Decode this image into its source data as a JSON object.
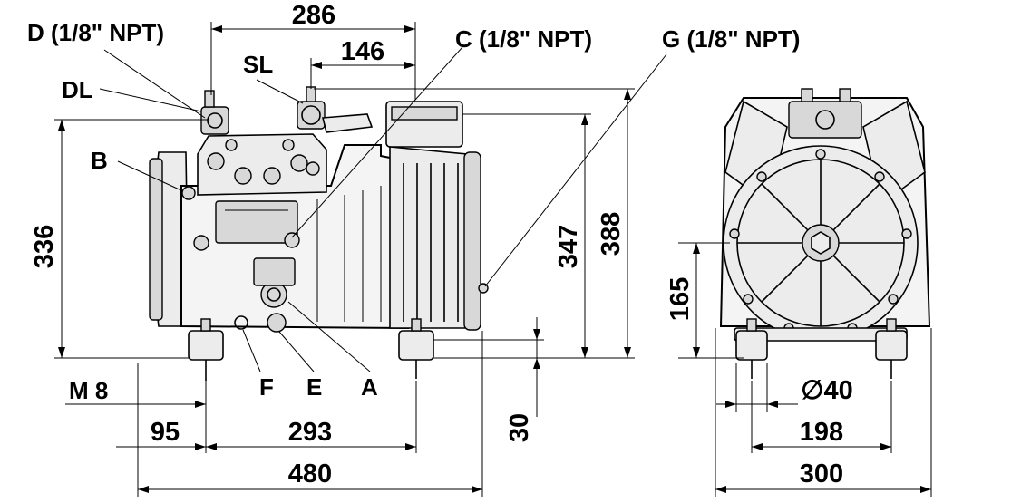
{
  "dimensions": {
    "top_width": "286",
    "top_sl_offset": "146",
    "height_left": "336",
    "height_mid": "347",
    "height_right": "388",
    "bottom_left": "95",
    "bottom_mid": "293",
    "bottom_total": "480",
    "foot_height": "30",
    "side_height": "165",
    "side_foot_spacing": "198",
    "side_total": "300",
    "hole_diameter": "∅40"
  },
  "callouts": {
    "d_port": "D (1/8\" NPT)",
    "c_port": "C (1/8\" NPT)",
    "g_port": "G (1/8\" NPT)",
    "sl": "SL",
    "dl": "DL",
    "b": "B",
    "f": "F",
    "e": "E",
    "a": "A",
    "m8": "M 8"
  }
}
